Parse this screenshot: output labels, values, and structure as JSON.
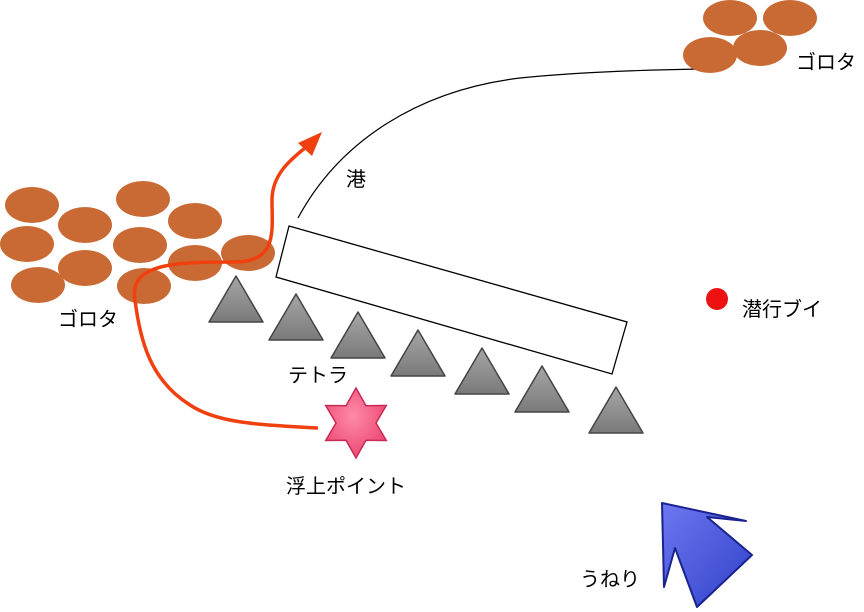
{
  "labels": {
    "goroto_top": "ゴロタ",
    "goroto_left": "ゴロタ",
    "port": "港",
    "tetra": "テトラ",
    "buoy": "潜行ブイ",
    "surface_point": "浮上ポイント",
    "swell": "うねり"
  },
  "colors": {
    "rock": "#c96a35",
    "tetra": "#8c8c8c",
    "buoy": "#ee1111",
    "route": "#f04010",
    "star": "#f0507a",
    "swell_arrow": "#4a58e0"
  }
}
